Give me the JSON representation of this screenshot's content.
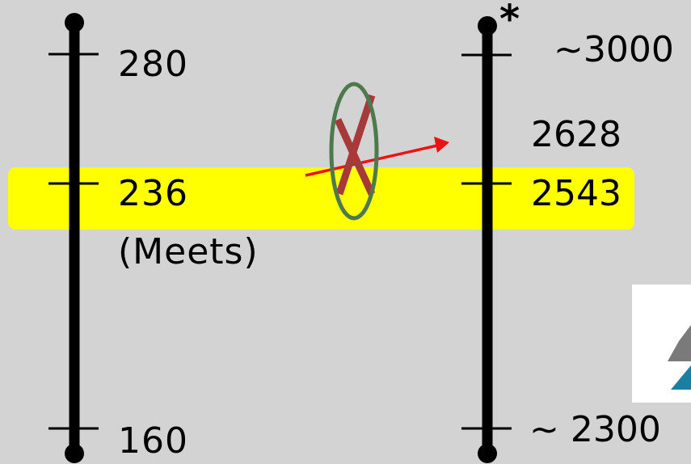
{
  "colors": {
    "background": "#d3d3d3",
    "highlight": "#ffff00",
    "scale_line": "#000000",
    "arrow": "#ee1111",
    "cross": "#a63a3a",
    "ellipse": "#4d7a4d",
    "logo_gray": "#7a7a7a",
    "logo_teal": "#1a7fa0"
  },
  "left_scale": {
    "top_value": "280",
    "middle_value": "236",
    "middle_note": "(Meets)",
    "bottom_value": "160"
  },
  "right_scale": {
    "marker": "*",
    "top_value": "~3000",
    "upper_value": "2628",
    "middle_value": "2543",
    "bottom_value": "~ 2300"
  },
  "icons": {
    "crossed_out": "crossed-out-ellipse-icon",
    "arrow": "arrow-icon",
    "logo": "partial-triangle-logo"
  }
}
